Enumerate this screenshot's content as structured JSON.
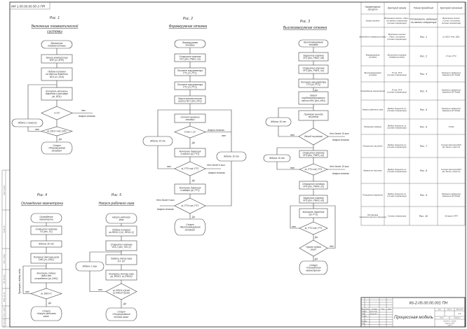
{
  "document_code": "ИИ 1.00.00.00.50-2-ПЯ",
  "fig1": {
    "caption": "Рис. 1",
    "title": [
      "Включение пневматической",
      "системы"
    ],
    "nodes": [
      [
        "Включение",
        "пневмосистемы"
      ],
      [
        "Запуск компрессора",
        "КПР (ci_КПР)"
      ],
      [
        "Подача питания",
        "на датчик давления",
        "DD1 (ci_DD1)"
      ],
      [
        "Контроль величины",
        "давления в ресивере",
        "(ai_DD1)"
      ],
      [
        "n<10"
      ],
      [
        "Ждать 1 минуту"
      ],
      [
        "ai_DD1>=set_DD1"
      ],
      [
        "Старт",
        "«Форвакуумная",
        "откачка»"
      ]
    ],
    "labels": [
      "нет",
      "Авария откачки",
      "нет",
      "Да"
    ]
  },
  "fig2": {
    "caption": "Рис. 2",
    "title": [
      "Форвакуумная откачка"
    ],
    "nodes": [
      [
        "Форвакуумная",
        "откачка"
      ],
      [
        "Открытие клапана",
        "VF2 (dm_PNR2_on)"
      ],
      [
        "Питание вакуумметра",
        "PT1 (ci_PT1)"
      ],
      [
        "Питание вакуумметра",
        "PT2 (ci_PT2)"
      ],
      [
        "Запуск механического",
        "насоса NF1 (dm_NF1)"
      ],
      [
        "Отсчет времени",
        "откачки"
      ],
      [
        "t<set_t_LV"
      ],
      [
        "Ждать 10 сек"
      ],
      [
        "Контроль давления",
        "в насосе (ai_PT2)"
      ],
      [
        "ai_PT2<set_PT2"
      ],
      [
        "Контроль давления",
        "в камере (ai_PT1)"
      ],
      [
        "ai_PT1<set_PT1"
      ],
      [
        "Ждать 10 сек"
      ],
      [
        "Старт",
        "«Высоковакуумная",
        "откачка»"
      ]
    ],
    "labels": [
      "Авария откачки",
      "нет",
      "Да",
      "нет",
      "Нет более 5 мин",
      "Авария откачки",
      "Да",
      "Нет более 5 мин",
      "Авария откачки",
      "Да"
    ]
  },
  "fig3": {
    "caption": "Рис. 3",
    "title": [
      "Высоковакуумная откачка"
    ],
    "nodes": [
      [
        "Высоковакуумная",
        "откачка"
      ],
      [
        "Закрытие клапана",
        "VF2 (dm_PNR2_off)"
      ],
      [
        "Открытие клапана",
        "VP1 (dm_PNR1_on)"
      ],
      [
        "Питание вакуумметра",
        "PT3 (ci_PT3)"
      ],
      [
        "Запуск",
        "турбомолекулярного",
        "насоса NR1 (dm_NR1)"
      ],
      [
        "Проверка выхода",
        "на режим"
      ],
      [
        "Выход на режим"
      ],
      [
        "Ждать 10 сек"
      ],
      [
        "Открытие клапана",
        "VP3 (dm_PNR3_on)"
      ],
      [
        "Ждать 10 сек"
      ],
      [
        "ai_PT1<set_PT1"
      ],
      [
        "Открытие затвора",
        "VP4 (dm_PNR4_on)"
      ],
      [
        "Закрытие клапана",
        "VP3 (dm_PNR3_off)"
      ],
      [
        "Контроль давления",
        "(ai_PT1)"
      ],
      [
        "ai_PT1<set_PT1"
      ],
      [
        "Нужна подача",
        "газа?"
      ],
      [
        "Старт",
        "«Охлаждение",
        "магнетрона»"
      ]
    ],
    "labels": [
      "Да",
      "нет",
      "Нет более 10 мин",
      "Авария откачки",
      "нет",
      "Нет более 10 мин",
      "Авария откачки",
      "нет",
      "Да",
      "нет",
      "Да"
    ]
  },
  "fig4": {
    "caption": "Рис. 4",
    "title": [
      "Охлаждение магнетрона"
    ],
    "nodes": [
      [
        "Охлаждение",
        "магнетрона"
      ],
      [
        "Открытие клапана",
        "V1 (dm_V1)"
      ],
      [
        "Ждать 30 сек"
      ],
      [
        "Питание датчика-реле",
        "DЖ1 (ci_DЖ1)"
      ],
      [
        "Контроль подачи",
        "воды для",
        "охлаждения (ai_DЖ1)"
      ],
      [
        "ai_DЖ1=1"
      ],
      [
        "Старт",
        "«Напуск рабочего",
        "газа»"
      ]
    ],
    "labels": [
      "Проверить подачу воды",
      "нет",
      "Да"
    ]
  },
  "fig5": {
    "caption": "Рис. 5",
    "title": [
      "Напуск рабочего газа"
    ],
    "nodes": [
      [
        "Напуск рабочего",
        "газа"
      ],
      [
        "Подача питания",
        "на RRG1,2 (ci_RRG1,2)"
      ],
      [
        "Открытие клапана",
        "VE1,2 (dm_VE1,2)"
      ],
      [
        "Задать поток газа",
        "Q1, Q2"
      ],
      [
        "Контроль потока газа",
        "(ai_RRG1, ai_RRG2)"
      ],
      [
        "ai_RRG1=Q1set",
        "ai_RRG2=Q2set"
      ],
      [
        "Ждать 1 мин"
      ],
      [
        "Старт",
        "«Регулирование",
        "потока газа»"
      ]
    ],
    "labels": [
      "нет",
      "Да"
    ]
  },
  "process_table": {
    "headers": [
      [
        "Наименование",
        "процесса"
      ],
      [
        "Критерий начала"
      ],
      [
        "Режим проведения"
      ],
      [
        "Критерий окончания"
      ]
    ],
    "rows": [
      [
        [
          "Запуск модели"
        ],
        [
          "Включение кнопки «Пуск»",
          "на панели оператора",
          "(сигнал оператора)"
        ],
        [
          "Установить заданные",
          "на панели оператора"
        ],
        [
          "Включение кнопки",
          "«Стоп» на панели",
          "(сигнал оператора)"
        ]
      ],
      [
        [
          "Включение пневмосистемы"
        ],
        [
          "Включение кнопки",
          "«Пуск» на панели",
          "(сигнал оператора)"
        ],
        [
          "Рис. 1"
        ],
        [
          "ai_DD1>=set_DD1"
        ]
      ],
      [
        [
          "Форвакуумная",
          "откачка"
        ],
        [
          "Включение клапана",
          "пневмосистемы"
        ],
        [
          "Рис. 2"
        ],
        [
          "P<set_PT1"
        ]
      ],
      [
        [
          "Высоковакуумная",
          "откачка"
        ],
        [
          "P<set_PT3",
          "(сигнал оператора)"
        ],
        [
          "Рис. 3"
        ],
        [
          "Значение заданного",
          "давления (P<Pзад)"
        ]
      ],
      [
        [
          "Охлаждение магнетрона"
        ],
        [
          "P<set_PT3",
          "(сигнал оператора)"
        ],
        [
          "Рис. 4"
        ],
        [
          "Значение заданного",
          "давления (P<Pзад)"
        ]
      ],
      [
        [
          "Напуск рабочего газа"
        ],
        [
          "Выбор процесса из",
          "(сигнал оператора)"
        ],
        [
          "Рис. 5"
        ],
        [
          "Значение заданного",
          "давления (P=Pзад)"
        ]
      ],
      [
        [
          "Промывка камеры"
        ],
        [
          "Выбор процесса из",
          "(сигнал оператора)"
        ],
        [
          "Рис. 6"
        ],
        [
          "t=tзад"
        ]
      ],
      [
        [
          "Открытие заслонки"
        ],
        [
          "Выбор процесса из",
          "(сигнал оператора)"
        ],
        [
          "Рис. 7"
        ],
        [
          "Сигнал датчика DP1",
          "(di_Sens1_open=1)"
        ]
      ],
      [
        [
          "Закрытие заслонки"
        ],
        [
          "Выбор процесса из",
          "(сигнал оператора)"
        ],
        [
          "Рис. 8"
        ],
        [
          "Сигнал датчика DP1",
          "(di_Sens1_close=1)"
        ]
      ],
      [
        [
          "Понижение давления"
        ],
        [
          "Выбор процесса из",
          "(сигнал оператора)"
        ],
        [
          "Рис. 9"
        ],
        [
          "Значение заданного",
          "давления (P=Pзад)"
        ]
      ],
      [
        [
          "Остановка",
          "технологического процесса"
        ],
        [
          "Сигнал оператора"
        ],
        [
          "Рис. 10"
        ],
        [
          "Открыт VP4"
        ]
      ]
    ]
  },
  "title_block": {
    "designation": "К6-2-05.00.00.001 ПН",
    "name": "Процессная модель",
    "col_labels": [
      "Изм.",
      "Лист",
      "№ докум.",
      "Подп.",
      "Дата"
    ],
    "row_labels": [
      "Разраб.",
      "Пров.",
      "Т.контр.",
      "Н.контр.",
      "Утв."
    ],
    "developer": "Калинин А.",
    "checker": "Иванов В.Т.",
    "lit_label": "Лит.",
    "mass_label": "Масса",
    "scale_label": "Масштаб",
    "scale": "1:1",
    "sheet_label": "Лист",
    "sheets_label": "Листов 1",
    "organization": [
      "СПбГЭТУ «ЛЭТИ»",
      "кафедра ЭПУ",
      "группа"
    ]
  },
  "side_stamp": [
    "Перв. примен.",
    "Справ. №",
    "Подп. и дата",
    "Инв. № дубл.",
    "Взам. инв. №",
    "Подп. и дата",
    "Инв. № подл."
  ]
}
